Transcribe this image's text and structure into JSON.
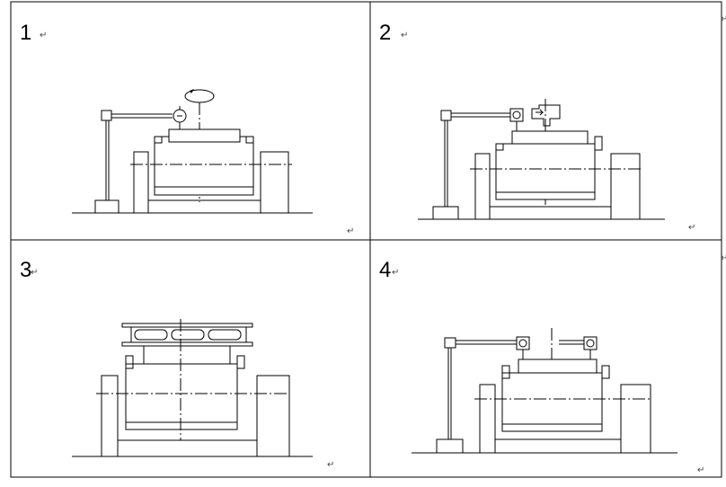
{
  "panels": [
    {
      "label": "1",
      "mark": "↵"
    },
    {
      "label": "2",
      "mark": "↵"
    },
    {
      "label": "3",
      "mark": "↵"
    },
    {
      "label": "4",
      "mark": "↵"
    }
  ],
  "end_marks": [
    "↵",
    "↵",
    "↵",
    "↵"
  ],
  "row_marks": [
    "↵",
    "↵"
  ]
}
